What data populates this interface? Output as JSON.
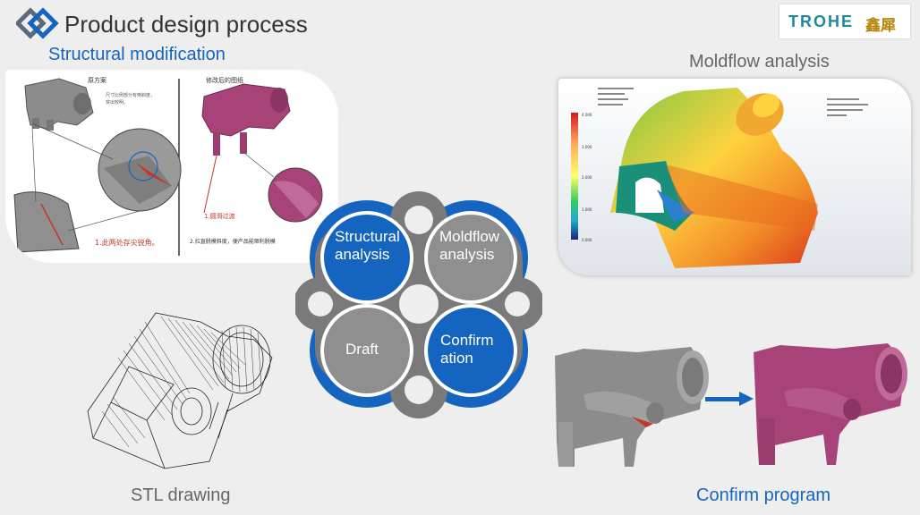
{
  "header": {
    "title": "Product design process",
    "logo_icon": "double-diamond-icon",
    "brand_latin": "TROHE",
    "brand_cn": "鑫犀"
  },
  "sections": {
    "structural": {
      "caption": "Structural modification"
    },
    "moldflow": {
      "caption": "Moldflow analysis"
    },
    "stl": {
      "caption": "STL drawing"
    },
    "confirm": {
      "caption": "Confirm program"
    }
  },
  "sketch": {
    "left_heading": "原方案",
    "right_heading": "修改后的图纸",
    "note_a": "尺寸比例部分有倒斜度，",
    "note_b": "突出较明。",
    "callout_left": "1.此两处存尖锐角。",
    "callout_right": "1.圆滑过渡",
    "footnote": "2.拉直脱模斜度，便产品能顺利脱模"
  },
  "flower": {
    "petals": [
      {
        "label": "Structural\nanalysis"
      },
      {
        "label": "Moldflow\nanalysis"
      },
      {
        "label": "Draft"
      },
      {
        "label": "Confirm\nation"
      }
    ],
    "colors": {
      "outer": "#1565c0",
      "ring": "#7a7a7a",
      "petal_fill": "#1565c0",
      "petal_gray": "#8f8f8f"
    }
  },
  "moldflow_legend": {
    "ticks": [
      "4.000",
      "3.000",
      "2.000",
      "1.000",
      "0.000"
    ]
  },
  "colors": {
    "accent_blue": "#1565c0",
    "caption_gray": "#666666",
    "part_gray": "#8c8c8c",
    "part_magenta": "#a8437a"
  }
}
